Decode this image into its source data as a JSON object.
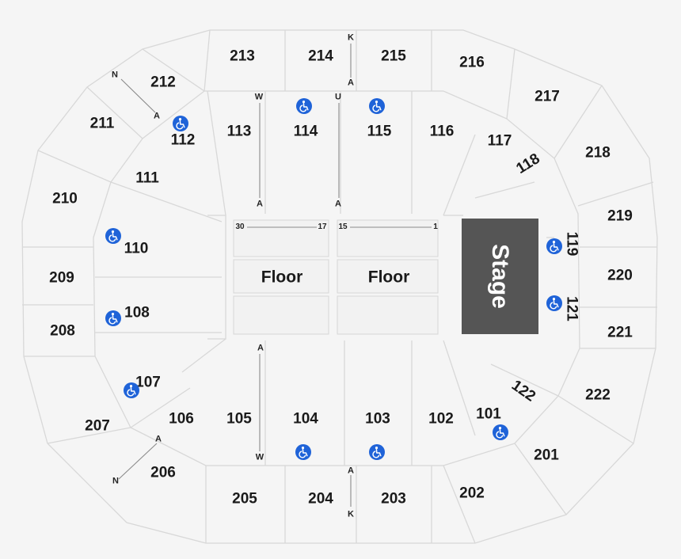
{
  "sections_200": [
    {
      "id": "201",
      "label": "201"
    },
    {
      "id": "202",
      "label": "202"
    },
    {
      "id": "203",
      "label": "203"
    },
    {
      "id": "204",
      "label": "204"
    },
    {
      "id": "205",
      "label": "205"
    },
    {
      "id": "206",
      "label": "206"
    },
    {
      "id": "207",
      "label": "207"
    },
    {
      "id": "208",
      "label": "208"
    },
    {
      "id": "209",
      "label": "209"
    },
    {
      "id": "210",
      "label": "210"
    },
    {
      "id": "211",
      "label": "211"
    },
    {
      "id": "212",
      "label": "212"
    },
    {
      "id": "213",
      "label": "213"
    },
    {
      "id": "214",
      "label": "214"
    },
    {
      "id": "215",
      "label": "215"
    },
    {
      "id": "216",
      "label": "216"
    },
    {
      "id": "217",
      "label": "217"
    },
    {
      "id": "218",
      "label": "218"
    },
    {
      "id": "219",
      "label": "219"
    },
    {
      "id": "220",
      "label": "220"
    },
    {
      "id": "221",
      "label": "221"
    },
    {
      "id": "222",
      "label": "222"
    }
  ],
  "sections_100": [
    {
      "id": "101",
      "label": "101"
    },
    {
      "id": "102",
      "label": "102"
    },
    {
      "id": "103",
      "label": "103"
    },
    {
      "id": "104",
      "label": "104"
    },
    {
      "id": "105",
      "label": "105"
    },
    {
      "id": "106",
      "label": "106"
    },
    {
      "id": "107",
      "label": "107"
    },
    {
      "id": "108",
      "label": "108"
    },
    {
      "id": "110",
      "label": "110"
    },
    {
      "id": "111",
      "label": "111"
    },
    {
      "id": "112",
      "label": "112"
    },
    {
      "id": "113",
      "label": "113"
    },
    {
      "id": "114",
      "label": "114"
    },
    {
      "id": "115",
      "label": "115"
    },
    {
      "id": "116",
      "label": "116"
    },
    {
      "id": "117",
      "label": "117"
    },
    {
      "id": "118",
      "label": "118"
    },
    {
      "id": "119",
      "label": "119"
    },
    {
      "id": "121",
      "label": "121"
    },
    {
      "id": "122",
      "label": "122"
    }
  ],
  "floor": {
    "left_label": "Floor",
    "right_label": "Floor",
    "seat_left_start": "30",
    "seat_left_end": "17",
    "seat_right_start": "15",
    "seat_right_end": "1"
  },
  "stage": {
    "label": "Stage"
  },
  "rows": {
    "w_top": "W",
    "a_top_left": "A",
    "u_top": "U",
    "a_top_right": "A",
    "k_top": "K",
    "a_k_top": "A",
    "n_top": "N",
    "a_n_top": "A",
    "a_bottom": "A",
    "w_bottom": "W",
    "a_k_bottom": "A",
    "k_bottom": "K",
    "a_n_bottom": "A",
    "n_bottom": "N"
  },
  "accessible_icon": "wheelchair-icon",
  "colors": {
    "background": "#f5f5f5",
    "section_fill": "#f2f2f2",
    "outline": "#d6d6d6",
    "stage": "#555555",
    "accessible": "#1f63d8",
    "text": "#1a1a1a"
  }
}
